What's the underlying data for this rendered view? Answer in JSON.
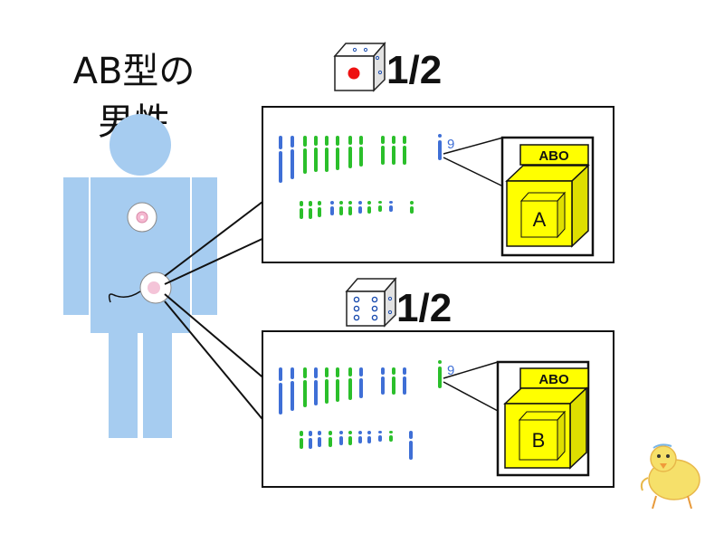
{
  "title": {
    "line1": "AB型の",
    "line2": "男性"
  },
  "probabilities": [
    {
      "label": "1/2",
      "die_face": "one",
      "chromosome_number": "9",
      "gene_label": "ABO",
      "allele": "A"
    },
    {
      "label": "1/2",
      "die_face": "six",
      "chromosome_number": "9",
      "gene_label": "ABO",
      "allele": "B"
    }
  ],
  "colors": {
    "body": "#a6ccf0",
    "chromosome_blue": "#3f6fd6",
    "chromosome_green": "#2bbf2b",
    "cube_front": "#ffff00",
    "cube_side": "#dede00",
    "die_pip_red": "#ee1111",
    "die_pip_blue": "#1e4fb0",
    "outline": "#111111"
  },
  "icons": [
    "person-silhouette-icon",
    "die-icon",
    "chromosome-icon",
    "gene-cube-icon",
    "chick-icon"
  ]
}
